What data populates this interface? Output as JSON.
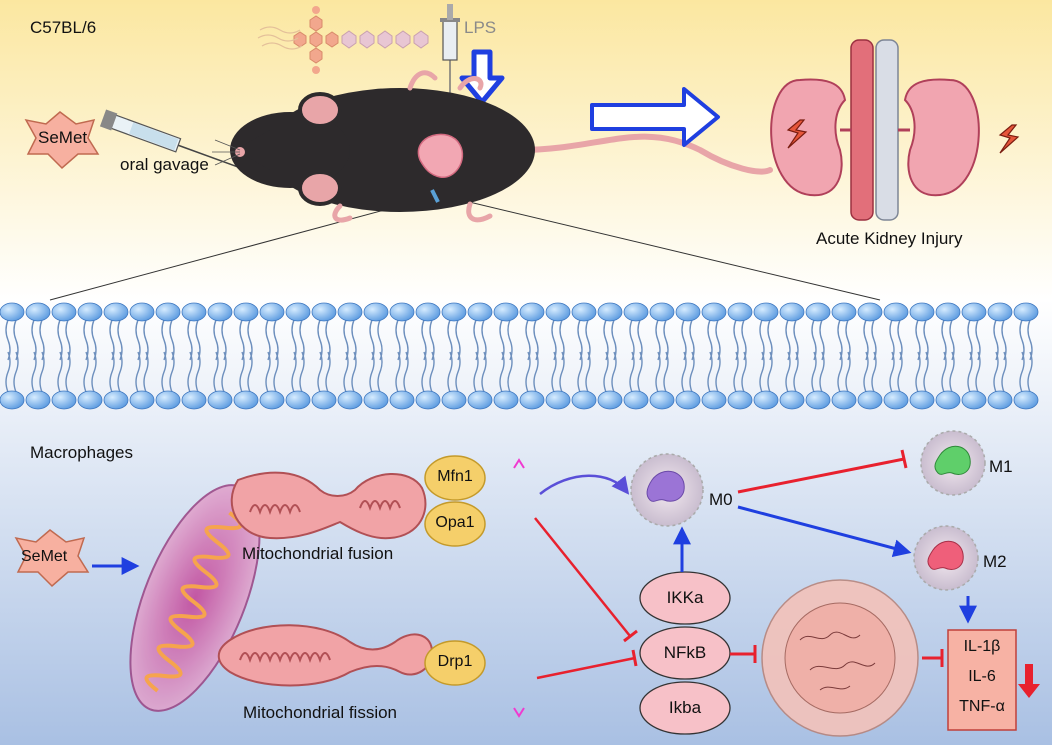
{
  "top": {
    "strain": "C57BL/6",
    "lps": "LPS",
    "treatment": "SeMet",
    "route": "oral gavage",
    "outcome": "Acute Kidney Injury"
  },
  "bottom": {
    "cell_type": "Macrophages",
    "treatment": "SeMet",
    "fusion_label": "Mitochondrial fusion",
    "fission_label": "Mitochondrial fission",
    "fusion_proteins": [
      "Mfn1",
      "Opa1"
    ],
    "fission_proteins": [
      "Drp1"
    ],
    "pathway": [
      "IKKa",
      "NFkB",
      "Ikba"
    ],
    "macrophage_states": [
      "M0",
      "M1",
      "M2"
    ],
    "cytokines": [
      "IL-1β",
      "IL-6",
      "TNF-α"
    ]
  },
  "colors": {
    "activate": "#1f3fe0",
    "inhibit": "#e8212e",
    "protein_fill": "#f5cf6a",
    "pathway_fill": "#f7c1c8",
    "semet_fill": "#f7b0a0"
  }
}
